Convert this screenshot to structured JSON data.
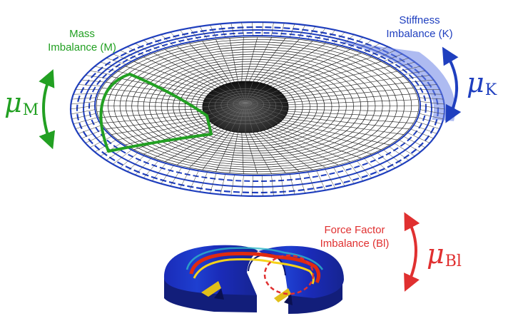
{
  "labels": {
    "mass": {
      "line1": "Mass",
      "line2": "Imbalance (M)",
      "color": "#22a022"
    },
    "stiffness": {
      "line1": "Stiffness",
      "line2": "Imbalance (K)",
      "color": "#1f3fbf"
    },
    "force": {
      "line1": "Force Factor",
      "line2": "Imbalance (Bl)",
      "color": "#e03030"
    }
  },
  "symbols": {
    "mu_m": {
      "base": "μ",
      "sub": "M",
      "color": "#22a022"
    },
    "mu_k": {
      "base": "μ",
      "sub": "K",
      "color": "#1f3fbf"
    },
    "mu_bl": {
      "base": "μ",
      "sub": "Bl",
      "color": "#e03030"
    }
  },
  "colors": {
    "mesh": "#1a1a1a",
    "surround": "#1f3fbf",
    "mass_outline": "#22a022",
    "force_circle": "#e03030",
    "motor_blue": "#1a2bb8",
    "motor_hot": "#e02a10"
  }
}
